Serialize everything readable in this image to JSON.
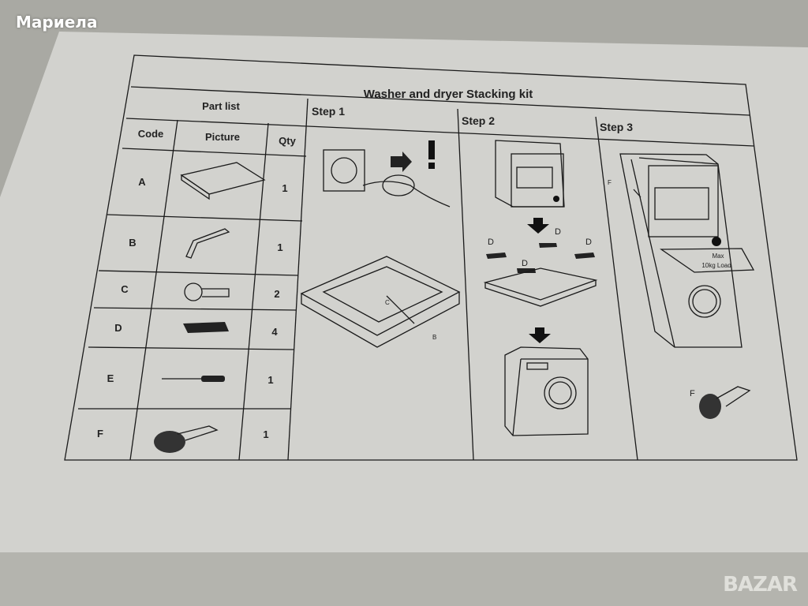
{
  "overlay": {
    "author": "Мариела",
    "watermark": "BAZAR"
  },
  "sheet": {
    "title": "Washer and dryer Stacking kit",
    "part_list": {
      "header": "Part list",
      "columns": [
        "Code",
        "Picture",
        "Qty"
      ],
      "rows": [
        {
          "code": "A",
          "qty": "1"
        },
        {
          "code": "B",
          "qty": "1"
        },
        {
          "code": "C",
          "qty": "2"
        },
        {
          "code": "D",
          "qty": "4"
        },
        {
          "code": "E",
          "qty": "1"
        },
        {
          "code": "F",
          "qty": "1"
        }
      ]
    },
    "steps": [
      {
        "label": "Step 1",
        "callouts": [
          "C",
          "B"
        ]
      },
      {
        "label": "Step 2",
        "callouts": [
          "D",
          "D",
          "D",
          "D"
        ]
      },
      {
        "label": "Step 3",
        "callouts": [
          "F",
          "F"
        ],
        "shelf_text": [
          "Max",
          "10kg Load"
        ]
      }
    ]
  }
}
